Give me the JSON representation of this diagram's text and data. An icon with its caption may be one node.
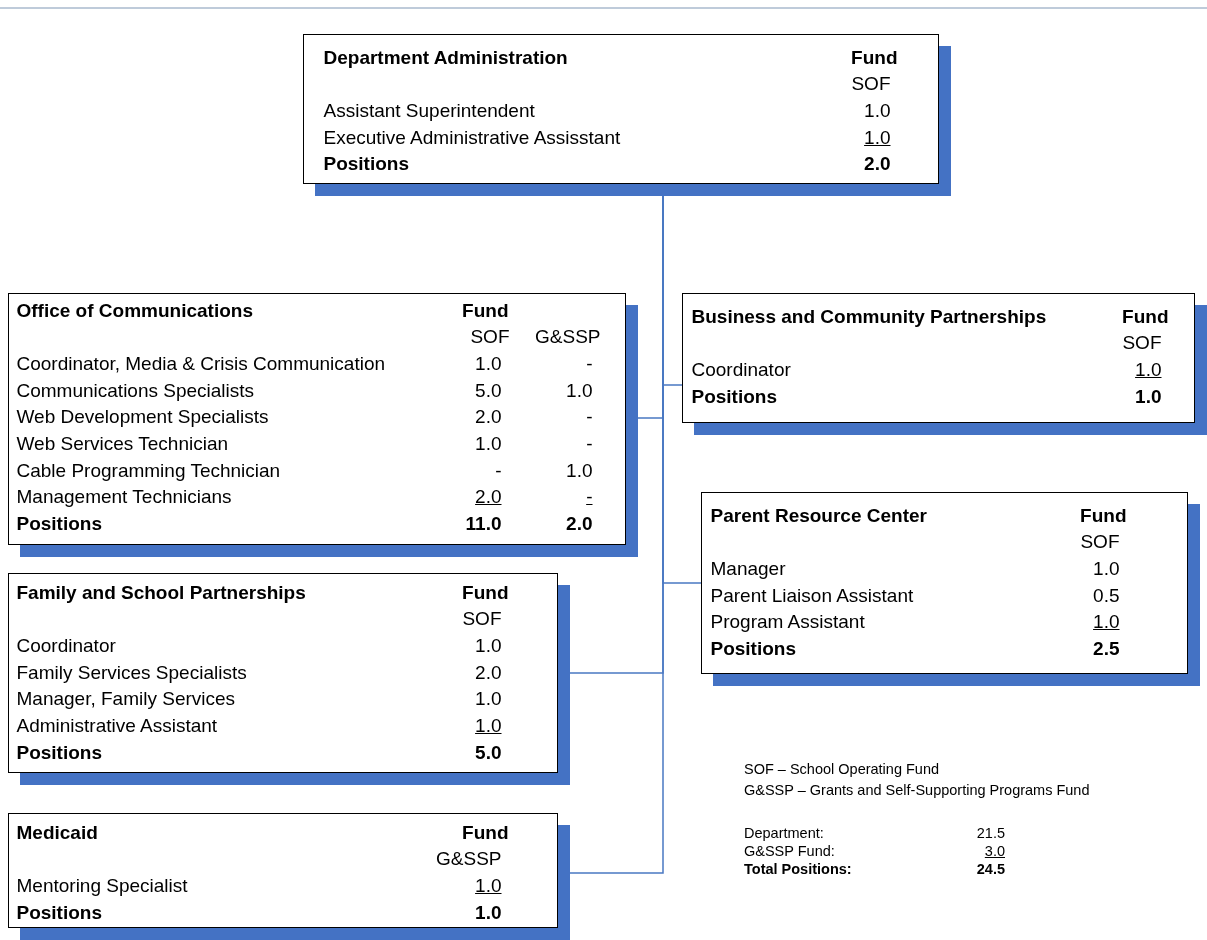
{
  "diagram": {
    "nodes": [
      {
        "text": [
          "Department Administration",
          "Fund",
          "SOF",
          "Assistant Superintendent",
          "1.0",
          "Executive Administrative Assisstant",
          "1.0",
          "Positions",
          "2.0"
        ]
      },
      {
        "text": [
          "Office of Communications",
          "Fund",
          "SOF",
          "G&SSP",
          "Coordinator, Media & Crisis Communication",
          "1.0",
          "-",
          "Communications Specialists",
          "5.0",
          "1.0",
          "Web Development Specialists",
          "2.0",
          "-",
          "Web Services Technician",
          "1.0",
          "-",
          "Cable Programming Technician",
          "-",
          "1.0",
          "Management Technicians",
          "2.0",
          "-",
          "Positions",
          "11.0",
          "2.0"
        ]
      },
      {
        "text": [
          "Business and Community Partnerships",
          "Fund",
          "SOF",
          "Coordinator",
          "1.0",
          "Positions",
          "1.0"
        ]
      },
      {
        "text": [
          "Parent Resource Center",
          "Fund",
          "SOF",
          "Manager",
          "1.0",
          "Parent Liaison Assistant",
          "0.5",
          "Program  Assistant",
          "1.0",
          "Positions",
          "2.5"
        ]
      },
      {
        "text": [
          "Family and School Partnerships",
          "Fund",
          "SOF",
          "Coordinator",
          "1.0",
          "Family Services Specialists",
          "2.0",
          "Manager, Family Services",
          "1.0",
          "Administrative Assistant",
          "1.0",
          "Positions",
          "5.0"
        ]
      },
      {
        "text": [
          "Medicaid",
          "Fund",
          "G&SSP",
          "Mentoring Specialist",
          "1.0",
          "Positions",
          "1.0"
        ]
      }
    ],
    "edges": [
      {
        "from": 0,
        "to": 1,
        "arrow": "none"
      },
      {
        "from": 0,
        "to": 2,
        "arrow": "none"
      },
      {
        "from": 0,
        "to": 3,
        "arrow": "none"
      },
      {
        "from": 0,
        "to": 4,
        "arrow": "none"
      },
      {
        "from": 0,
        "to": 5,
        "arrow": "none"
      }
    ],
    "labels": [
      "SOF – School Operating Fund",
      "G&SSP – Grants and Self-Supporting Programs Fund",
      "Department:",
      "21.5",
      "G&SSP Fund:",
      "3.0",
      "Total Positions:",
      "24.5"
    ]
  }
}
